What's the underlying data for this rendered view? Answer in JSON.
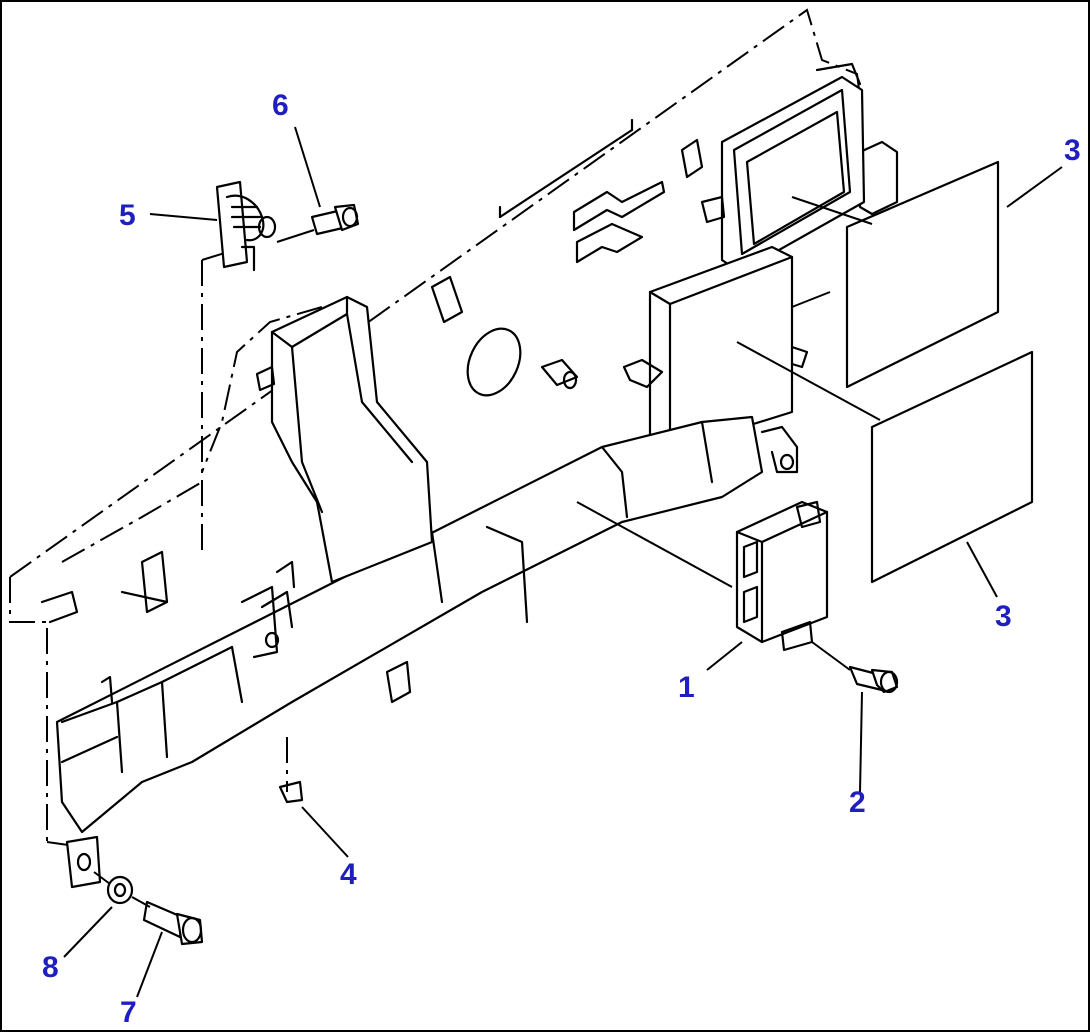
{
  "diagram": {
    "callouts": {
      "part_1": "1",
      "part_2": "2",
      "part_3_upper": "3",
      "part_3_lower": "3",
      "part_4": "4",
      "part_5": "5",
      "part_6": "6",
      "part_7": "7",
      "part_8": "8"
    },
    "callout_color": "#1f1fbf",
    "line_color": "#000000"
  }
}
